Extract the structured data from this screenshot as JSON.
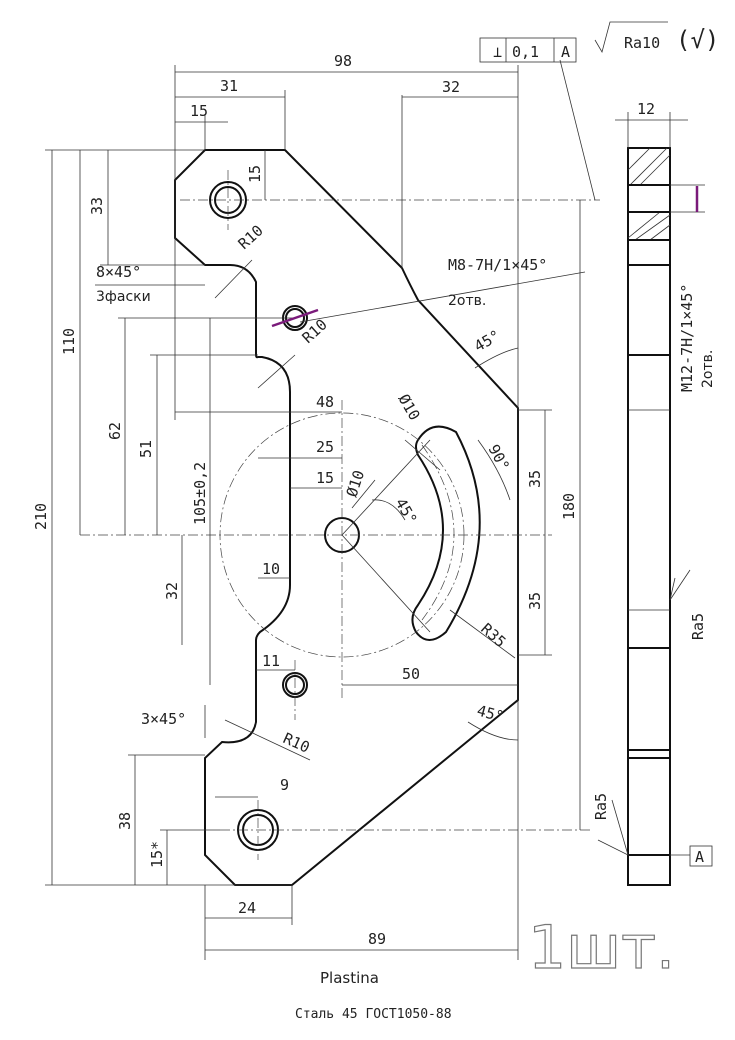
{
  "drawing": {
    "title": "Plastina",
    "material": "Сталь 45 ГОСТ1050-88",
    "quantity": "1шт.",
    "roughness_general": "Ra10",
    "roughness_general_suffix": "(√)",
    "tolerance_frame": {
      "symbol": "⊥",
      "value": "0,1",
      "datum": "A"
    },
    "datum_ref": "A",
    "dimensions": {
      "d98": "98",
      "d31": "31",
      "d32": "32",
      "d15_top": "15",
      "d12": "12",
      "d15_r": "15",
      "d33": "33",
      "d110": "110",
      "d62": "62",
      "d51": "51",
      "d210": "210",
      "d105": "105±0,2",
      "d48": "48",
      "d25": "25",
      "d15_mid": "15",
      "d32_low": "32",
      "d10": "10",
      "d11": "11",
      "d9": "9",
      "d38": "38",
      "d15_star": "15*",
      "d24": "24",
      "d89": "89",
      "d50": "50",
      "d35a": "35",
      "d35b": "35",
      "d180": "180"
    },
    "notes": {
      "chamfer_8": "8×45°",
      "chamfer_8_count": "3фаски",
      "r10_a": "R10",
      "r10_b": "R10",
      "r10_c": "R10",
      "r35": "R35",
      "dia10_a": "Ø10",
      "dia10_b": "Ø10",
      "angle45_a": "45°",
      "angle45_b": "45°",
      "angle45_c": "45°",
      "angle90": "90°",
      "thread_m8": "M8-7H/1×45°",
      "thread_m8_count": "2отв.",
      "thread_m12": "M12-7H/1×45°",
      "thread_m12_count": "2отв.",
      "chamfer_3": "3×45°",
      "ra5_side": "Ra5",
      "ra5_bottom": "Ra5"
    }
  }
}
